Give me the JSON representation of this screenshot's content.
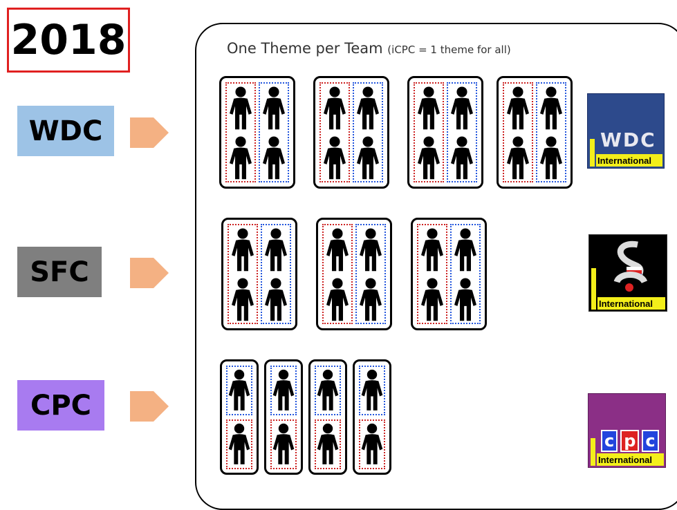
{
  "year": "2018",
  "panel": {
    "title_main": "One Theme per Team",
    "title_note": "(iCPC = 1 theme for all)"
  },
  "rows": [
    {
      "label": "WDC",
      "color": "#9dc3e6",
      "teams": 4,
      "layout": "2x2 columns (red | blue)"
    },
    {
      "label": "SFC",
      "color": "#7f7f7f",
      "teams": 3,
      "layout": "2x2 columns (red | blue)"
    },
    {
      "label": "CPC",
      "color": "#a87bf0",
      "teams": 4,
      "layout": "2 rows (blue over red)"
    }
  ],
  "logos": {
    "wdc": {
      "mark": "WDC",
      "caption": "International",
      "bg": "#2d4a8c"
    },
    "sfc": {
      "mark": "SFC",
      "caption": "International",
      "bg": "#000000"
    },
    "cpc": {
      "mark": "cpc",
      "caption": "International",
      "bg": "#8b2f86"
    }
  },
  "colors": {
    "arrow": "#f4b183",
    "year_border": "#e02020",
    "red_dotted": "#cc2222",
    "blue_dotted": "#2255dd"
  }
}
